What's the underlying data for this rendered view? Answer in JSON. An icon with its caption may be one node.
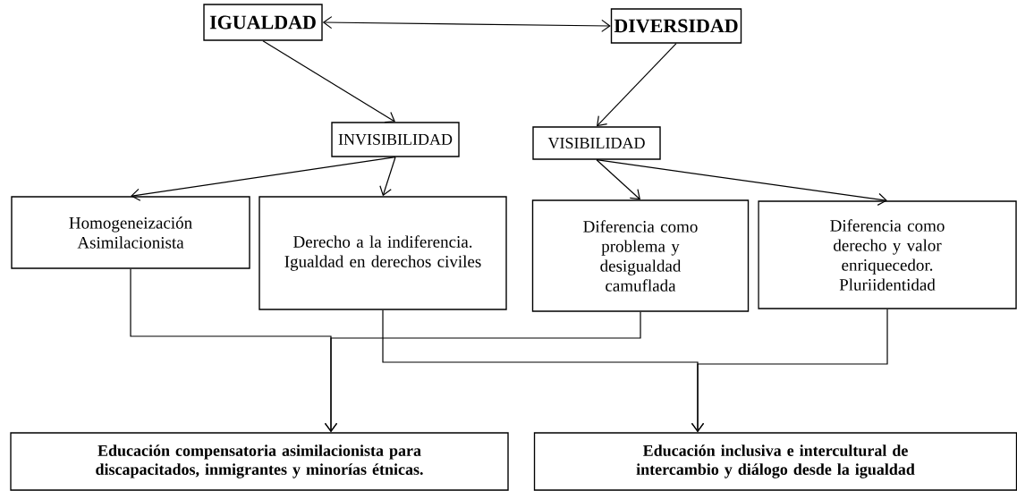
{
  "diagram": {
    "nodes": [
      {
        "text": [
          "IGUALDAD"
        ]
      },
      {
        "text": [
          "DIVERSIDAD"
        ]
      },
      {
        "text": [
          "INVISIBILIDAD"
        ]
      },
      {
        "text": [
          "VISIBILIDAD"
        ]
      },
      {
        "text": [
          "Homogeneización Asimilacionista"
        ]
      },
      {
        "text": [
          "Derecho a la indiferencia. Igualdad en derechos civiles"
        ]
      },
      {
        "text": [
          "Diferencia como problema y desigualdad camuflada"
        ]
      },
      {
        "text": [
          "Diferencia como derecho y valor enriquecedor. Pluriidentidad"
        ]
      },
      {
        "text": [
          "Educación compensatoria asimilacionista para discapacitados, inmigrantes y minorías étnicas."
        ]
      },
      {
        "text": [
          "Educación inclusiva e intercultural de intercambio y diálogo desde la igualdad"
        ]
      }
    ],
    "edges": [
      {
        "from": 0,
        "to": 1,
        "arrow": "both"
      },
      {
        "from": 0,
        "to": 2,
        "arrow": "to"
      },
      {
        "from": 1,
        "to": 3,
        "arrow": "to"
      },
      {
        "from": 2,
        "to": 4,
        "arrow": "to"
      },
      {
        "from": 2,
        "to": 5,
        "arrow": "to"
      },
      {
        "from": 3,
        "to": 6,
        "arrow": "to"
      },
      {
        "from": 3,
        "to": 7,
        "arrow": "to"
      },
      {
        "from": 4,
        "to": 8,
        "arrow": "to"
      },
      {
        "from": 6,
        "to": 8,
        "arrow": "to"
      },
      {
        "from": 5,
        "to": 9,
        "arrow": "to"
      },
      {
        "from": 7,
        "to": 9,
        "arrow": "to"
      }
    ]
  }
}
